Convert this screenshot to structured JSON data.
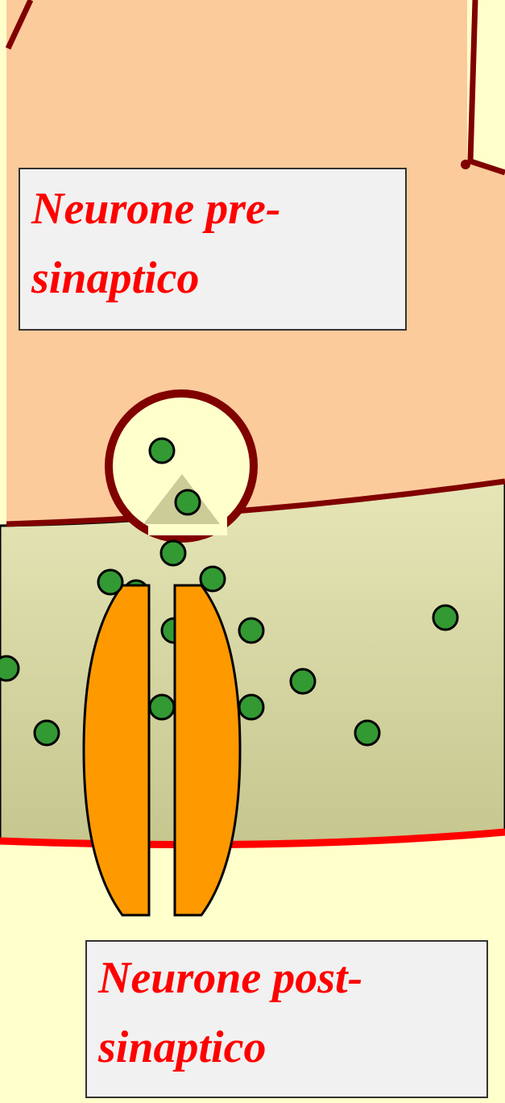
{
  "labels": {
    "presynaptic_line1": "Neurone pre-",
    "presynaptic_line2": "sinaptico",
    "postsynaptic_line1": "Neurone post-",
    "postsynaptic_line2": "sinaptico"
  },
  "colors": {
    "background": "#ffffcc",
    "presynaptic_fill": "#fccb9b",
    "presynaptic_membrane": "#800000",
    "cleft_gradient_top": "#e6e6b8",
    "cleft_gradient_bottom": "#c6c68f",
    "postsynaptic_membrane": "#ff0000",
    "vesicle_fill": "#ffffcc",
    "neurotransmitter": "#339933",
    "receptor": "#ff9900",
    "label_text": "#ff0000",
    "label_box_fill": "#f1f1f1"
  },
  "icons": {
    "vesicle": "synaptic-vesicle-icon",
    "molecule": "neurotransmitter-molecule-icon",
    "receptor": "receptor-channel-icon"
  }
}
